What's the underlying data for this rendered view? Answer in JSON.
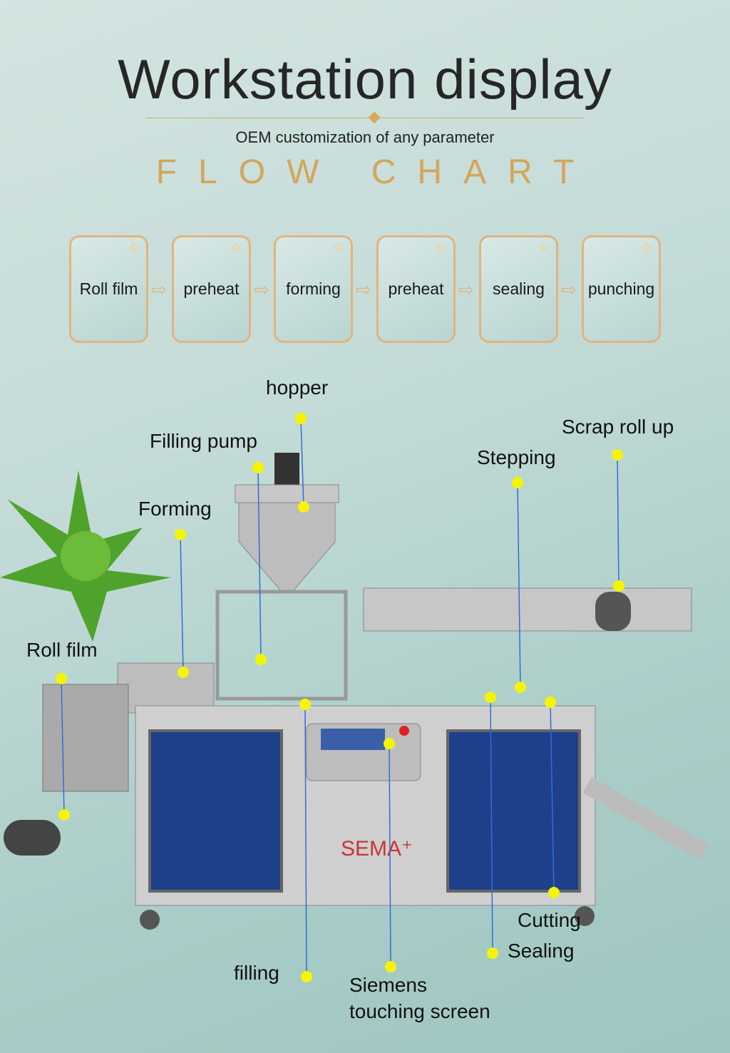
{
  "header": {
    "title": "Workstation display",
    "subtitle": "OEM customization of any parameter",
    "flow_title": "FLOW CHART"
  },
  "flow_steps": [
    "Roll film",
    "preheat",
    "forming",
    "preheat",
    "sealing",
    "punching"
  ],
  "labels": {
    "hopper": "hopper",
    "filling_pump": "Filling pump",
    "forming": "Forming",
    "roll_film": "Roll film",
    "stepping": "Stepping",
    "scrap_roll_up": "Scrap roll up",
    "filling": "filling",
    "siemens_line1": "Siemens",
    "siemens_line2": "touching screen",
    "sealing": "Sealing",
    "cutting": "Cutting"
  },
  "machine": {
    "brand_logo": "SEMA+"
  },
  "colors": {
    "gold": "#d4a55a",
    "callout_line": "#2f6fd6",
    "callout_dot": "#f5f500"
  }
}
